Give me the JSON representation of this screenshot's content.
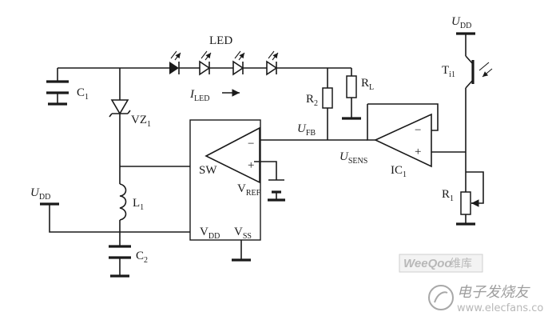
{
  "labels": {
    "c1_main": "C",
    "c1_sub": "1",
    "vz1_main": "VZ",
    "vz1_sub": "1",
    "led": "LED",
    "iled_main": "I",
    "iled_sub": "LED",
    "r2_main": "R",
    "r2_sub": "2",
    "rl_main": "R",
    "rl_sub": "L",
    "udd_top_main": "U",
    "udd_top_sub": "DD",
    "t1_main": "T",
    "t1_sub": "i1",
    "ufb_main": "U",
    "ufb_sub": "FB",
    "usens_main": "U",
    "usens_sub": "SENS",
    "ic1_main": "IC",
    "ic1_sub": "1",
    "sw": "SW",
    "vref_main": "V",
    "vref_sub": "REF",
    "udd_left_main": "U",
    "udd_left_sub": "DD",
    "l1_main": "L",
    "l1_sub": "1",
    "vdd_main": "V",
    "vdd_sub": "DD",
    "vss_main": "V",
    "vss_sub": "SS",
    "c2_main": "C",
    "c2_sub": "2",
    "r1_main": "R",
    "r1_sub": "1",
    "minus": "−",
    "plus": "+"
  },
  "watermarks": {
    "brand_latin": "WeeQoo",
    "brand_cjk": "维库",
    "site": "电子发烧友",
    "url": "www.elecfans.com"
  }
}
